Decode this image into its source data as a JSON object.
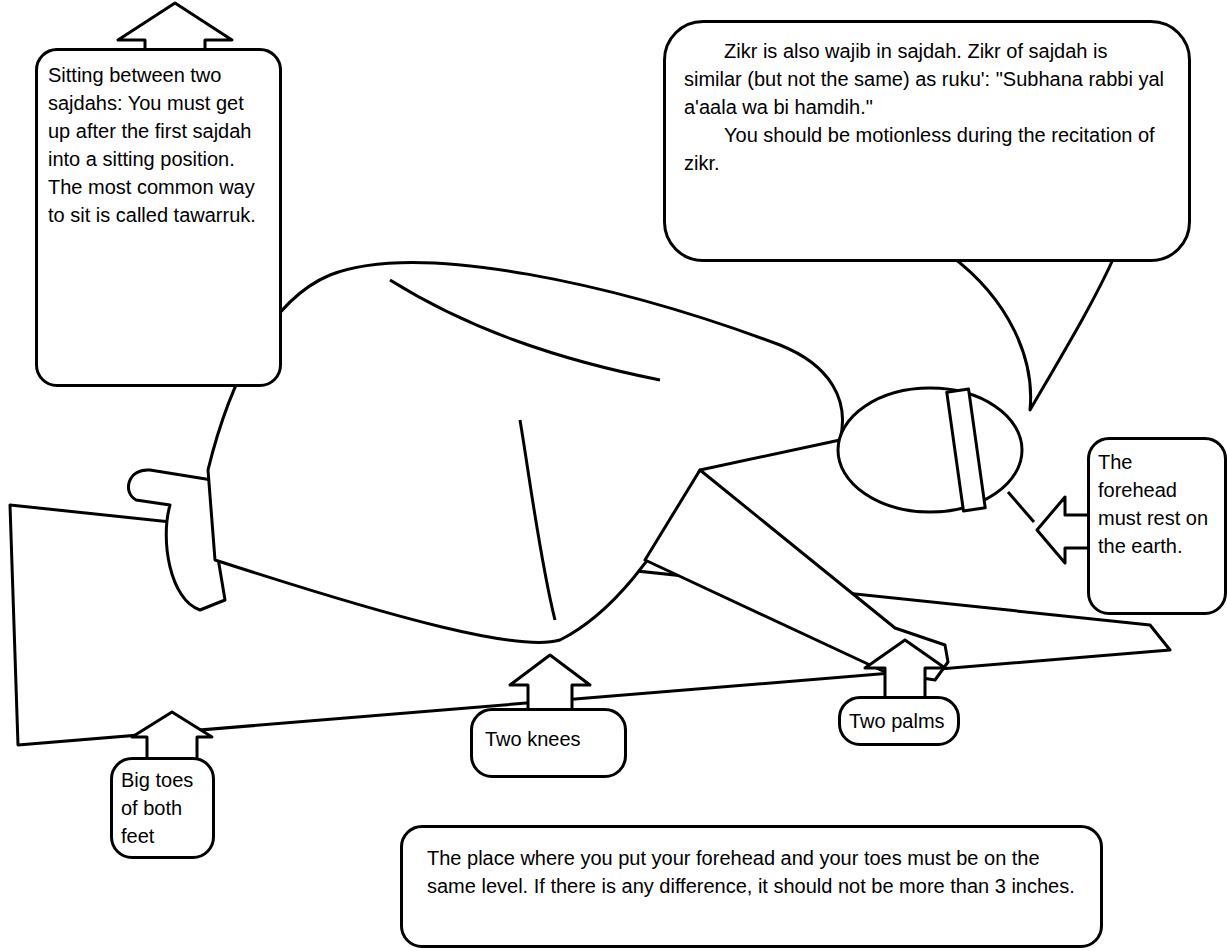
{
  "diagram": {
    "nodes": [
      {
        "text": [
          "Sitting between two sajdahs: You must get up after the first sajdah into a sitting position. The most common way to sit is called tawarruk."
        ]
      },
      {
        "text": [
          "Zikr is also wajib in sajdah. Zikr of sajdah is similar (but not the same) as ruku': \"Subhana rabbi yal a'aala wa bi hamdih.\"",
          "You should be motionless during the recitation of zikr."
        ]
      },
      {
        "text": [
          "The forehead must rest on the earth."
        ]
      },
      {
        "text": [
          "Two palms"
        ]
      },
      {
        "text": [
          "Two knees"
        ]
      },
      {
        "text": [
          "Big toes of both feet"
        ]
      },
      {
        "text": [
          "The place where you put your forehead and your toes must be on the same level. If there is any difference, it should not be more than 3 inches."
        ]
      }
    ]
  }
}
